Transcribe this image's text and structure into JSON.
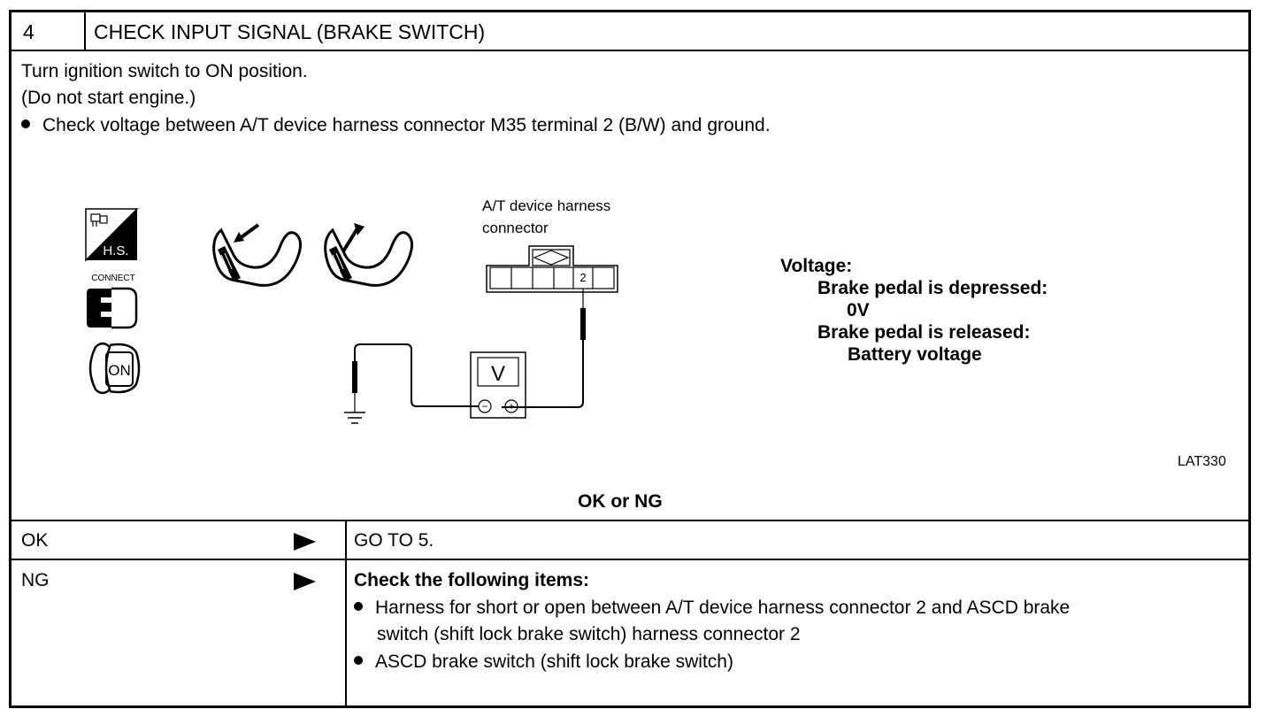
{
  "step": {
    "number": "4",
    "title": "CHECK INPUT SIGNAL (BRAKE SWITCH)"
  },
  "instructions": {
    "line1": "Turn ignition switch to ON position.",
    "line2": "(Do not start engine.)",
    "bullet": "Check voltage between A/T device harness connector M35 terminal 2 (B/W) and ground."
  },
  "figure": {
    "icons": {
      "hs_label": "H.S.",
      "connect_label": "CONNECT",
      "on_label": "ON"
    },
    "connector_label_line1": "A/T device harness",
    "connector_label_line2": "connector",
    "terminal_number": "2",
    "meter_label": "V",
    "meter_minus": "−",
    "meter_plus": "+",
    "figure_code": "LAT330"
  },
  "spec": {
    "heading": "Voltage:",
    "condition1": "Brake pedal is depressed:",
    "value1": "0V",
    "condition2": "Brake pedal is released:",
    "value2": "Battery voltage"
  },
  "result_header": "OK or NG",
  "results": [
    {
      "label": "OK",
      "action": "GO TO 5."
    },
    {
      "label": "NG",
      "action_title": "Check the following items:",
      "items": [
        "Harness for short or open between A/T device harness connector 2 and ASCD brake",
        "switch (shift lock brake switch) harness connector 2",
        "ASCD brake switch (shift lock brake switch)"
      ]
    }
  ]
}
